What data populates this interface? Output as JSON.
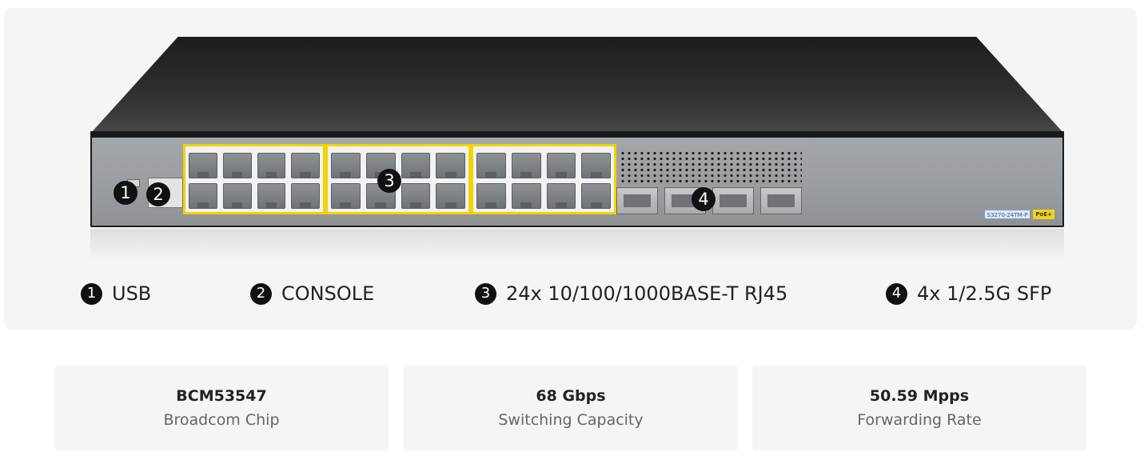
{
  "device": {
    "model_label": "S3270-24TM-P",
    "poe_label": "PoE+"
  },
  "callouts": [
    {
      "number": "1",
      "label": "USB"
    },
    {
      "number": "2",
      "label": "CONSOLE"
    },
    {
      "number": "3",
      "label": "24x 10/100/1000BASE-T RJ45"
    },
    {
      "number": "4",
      "label": "4x 1/2.5G SFP"
    }
  ],
  "specs": [
    {
      "value": "BCM53547",
      "label": "Broadcom Chip"
    },
    {
      "value": "68 Gbps",
      "label": "Switching Capacity"
    },
    {
      "value": "50.59 Mpps",
      "label": "Forwarding Rate"
    }
  ],
  "colors": {
    "highlight_border": "#f0d400",
    "marker": "#111111",
    "card_bg": "#f5f5f5"
  }
}
